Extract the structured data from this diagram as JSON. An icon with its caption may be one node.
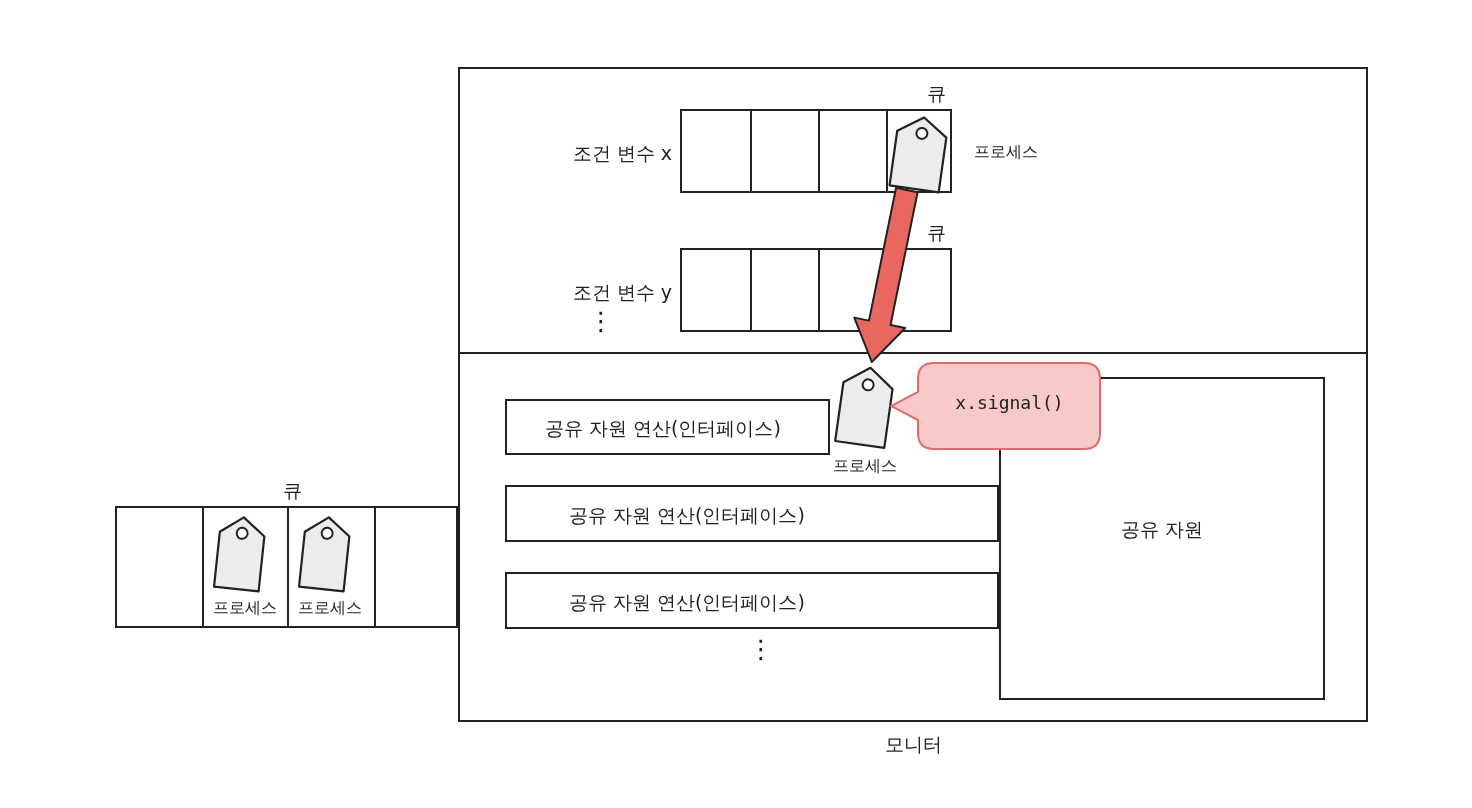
{
  "diagram": {
    "nodes": [
      {
        "text": [
          "모니터"
        ]
      },
      {
        "text": [
          "큐"
        ],
        "beside": [
          "조건 변수 x"
        ],
        "in": 0
      },
      {
        "text": [],
        "shape": "tag",
        "beside": [
          "프로세스"
        ],
        "in": 1
      },
      {
        "text": [
          "큐"
        ],
        "beside": [
          "조건 변수 y"
        ],
        "in": 0
      },
      {
        "text": [
          "공유 자원 연산(인터페이스)"
        ],
        "in": 0
      },
      {
        "text": [],
        "shape": "tag",
        "beside": [
          "프로세스"
        ],
        "in": 0
      },
      {
        "text": [
          "x.signal()"
        ],
        "in": 0
      },
      {
        "text": [
          "공유 자원 연산(인터페이스)"
        ],
        "in": 0
      },
      {
        "text": [
          "공유 자원 연산(인터페이스)"
        ],
        "in": 0
      },
      {
        "text": [
          "공유 자원"
        ],
        "in": 0
      },
      {
        "text": [
          "큐"
        ]
      },
      {
        "text": [],
        "shape": "tag",
        "beside": [
          "프로세스"
        ],
        "in": 10
      },
      {
        "text": [],
        "shape": "tag",
        "beside": [
          "프로세스"
        ],
        "in": 10
      }
    ],
    "edges": [
      {
        "from": 2,
        "to": 5,
        "arrow": "to",
        "style": "thick",
        "color": "#e8675f"
      }
    ],
    "labels": [
      "⋮",
      "⋮"
    ]
  }
}
